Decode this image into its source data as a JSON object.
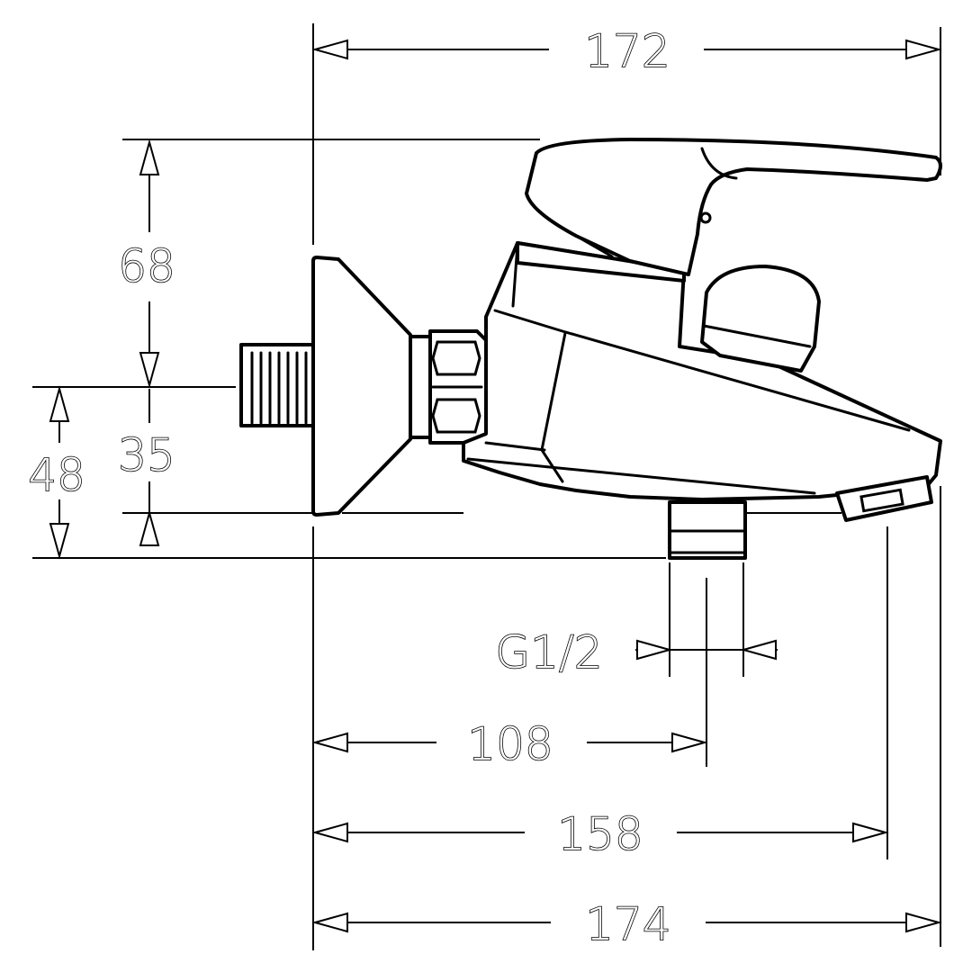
{
  "dimensions": {
    "top_width": "172",
    "height_above": "68",
    "connection_below": "35",
    "height_below": "48",
    "outlet_thread": "G1/2",
    "outlet_distance": "108",
    "spout_reach": "158",
    "overall_width": "174"
  }
}
